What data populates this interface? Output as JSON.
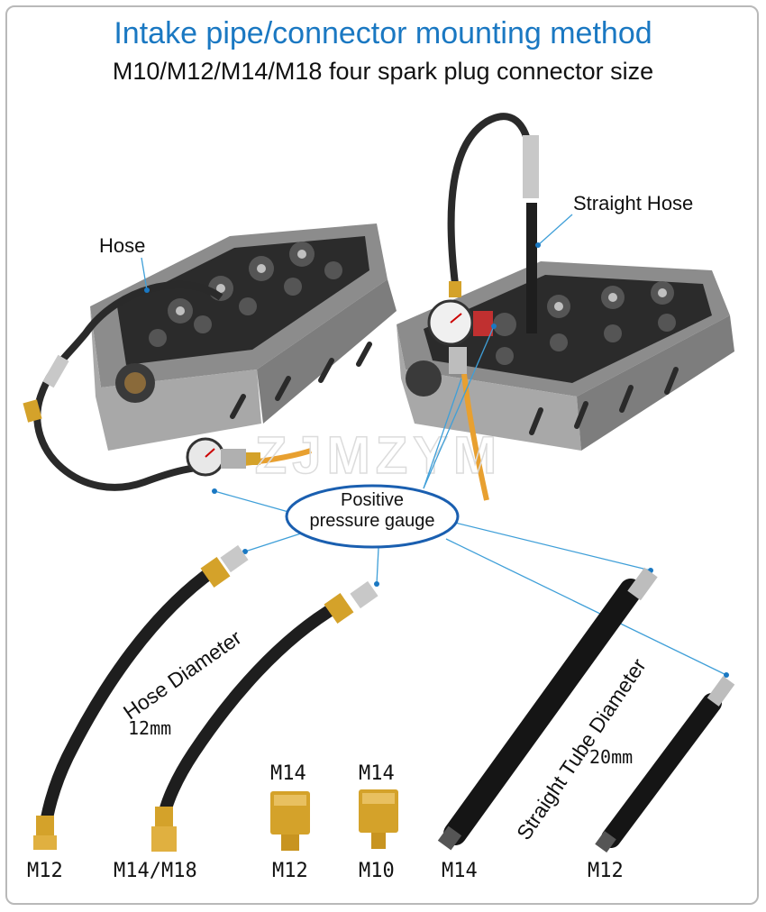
{
  "header": {
    "title": "Intake pipe/connector mounting method",
    "subtitle": "M10/M12/M14/M18 four spark plug connector size"
  },
  "callouts": {
    "hose": "Hose",
    "straight_hose": "Straight Hose",
    "gauge_line1": "Positive",
    "gauge_line2": "pressure gauge"
  },
  "dimensions": {
    "hose_diameter_label": "Hose Diameter",
    "hose_diameter_value": "12mm",
    "tube_diameter_label": "Straight Tube Diameter",
    "tube_diameter_value": "20mm"
  },
  "adapters": {
    "a1_top": "M14",
    "a1_bottom": "M12",
    "a2_top": "M14",
    "a2_bottom": "M10"
  },
  "hoses": {
    "hose1_size": "M12",
    "hose2_size": "M14/M18"
  },
  "tubes": {
    "tube1_size": "M14",
    "tube2_size": "M12"
  },
  "watermark": "ZJMZYM",
  "colors": {
    "title_blue": "#1a78c2",
    "callout_line": "#3f9fd8",
    "hose_black": "#1e1e1e",
    "brass": "#d4a22a",
    "engine_gray": "#9a9a9a"
  }
}
